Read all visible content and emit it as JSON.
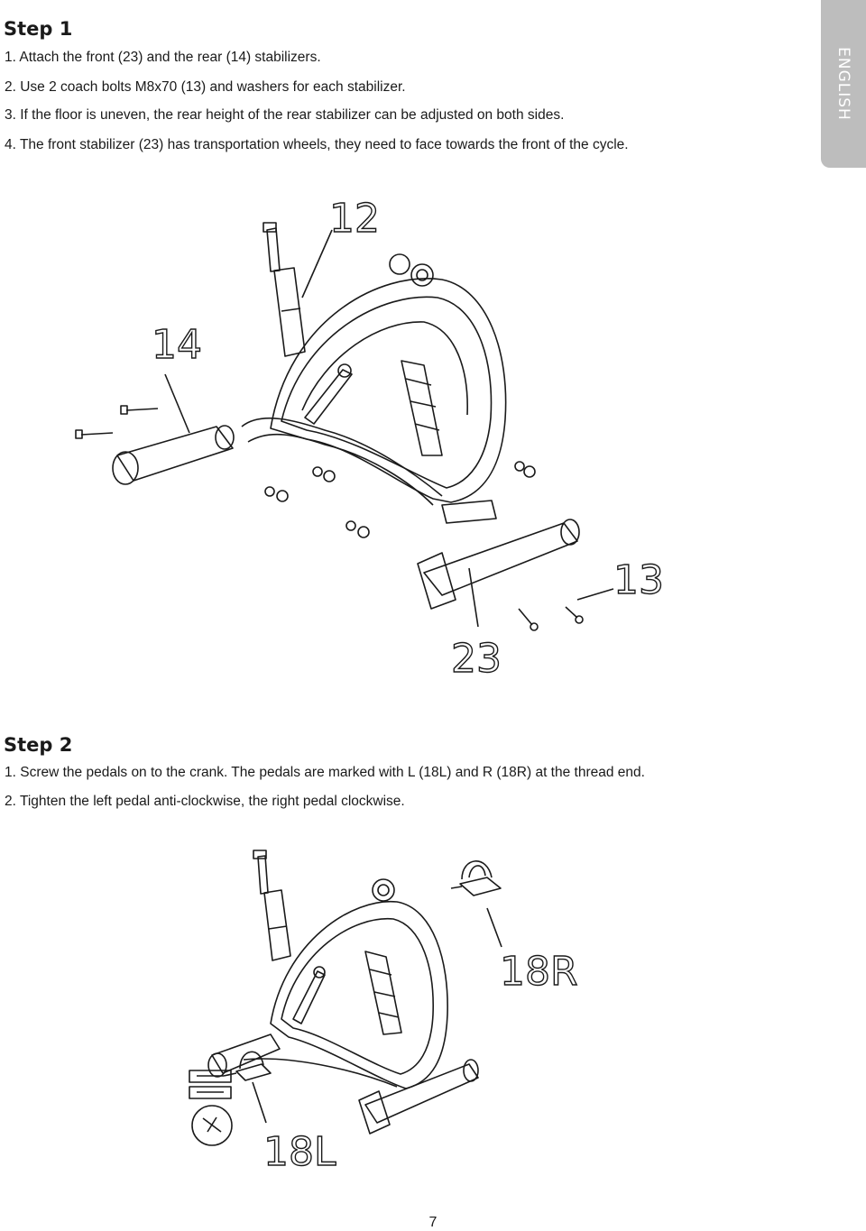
{
  "language_tab": "ENGLISH",
  "step1": {
    "title": "Step 1",
    "items": [
      "1.  Attach the front (23) and the rear (14) stabilizers.",
      "2.  Use 2 coach bolts M8x70 (13) and washers for each stabilizer.",
      "3.  If the floor is uneven, the rear height of the rear stabilizer can be adjusted on both sides.",
      "4.  The front stabilizer (23) has  transportation wheels, they need to face towards the front of the cycle."
    ],
    "callouts": [
      "12",
      "14",
      "13",
      "23"
    ]
  },
  "step2": {
    "title": "Step 2",
    "items": [
      "1.  Screw the pedals on to the crank. The pedals are marked with L (18L) and R (18R) at the thread end.",
      "2.  Tighten the left pedal anti-clockwise, the right pedal clockwise."
    ],
    "callouts": [
      "18R",
      "18L"
    ]
  },
  "page_number": "7"
}
